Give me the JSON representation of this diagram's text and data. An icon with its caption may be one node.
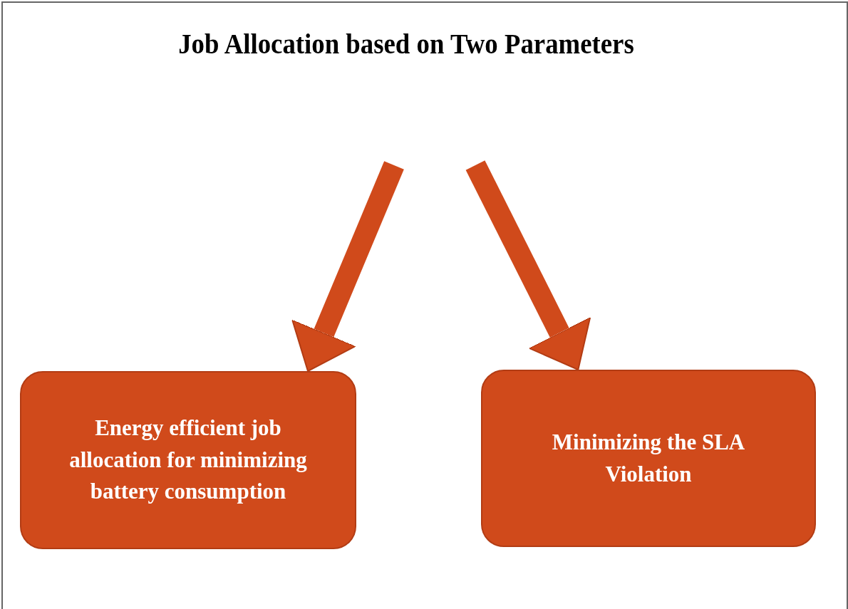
{
  "diagram": {
    "title": "Job Allocation based on Two Parameters",
    "nodes": [
      {
        "text": [
          "Energy efficient job allocation for minimizing battery consumption"
        ]
      },
      {
        "text": [
          "Minimizing the SLA Violation"
        ]
      }
    ],
    "edges": [
      {
        "from": null,
        "to": 0,
        "arrow": "to"
      },
      {
        "from": null,
        "to": 1,
        "arrow": "to"
      }
    ]
  }
}
